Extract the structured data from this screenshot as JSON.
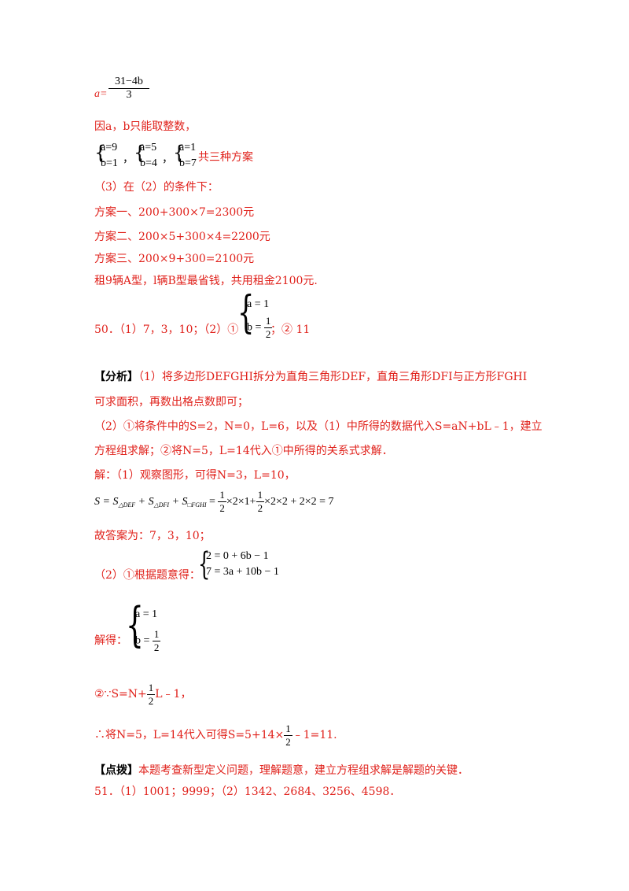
{
  "top": {
    "a_eq": "a=",
    "frac_num": "31−4b",
    "frac_den": "3",
    "int_note": "因a，b只能取整数，",
    "sys1": [
      "a=9",
      "b=1"
    ],
    "sys2": [
      "a=5",
      "b=4"
    ],
    "sys3": [
      "a=1",
      "b=7"
    ],
    "comma1": "，",
    "comma2": "，",
    "three_plans": "共三种方案",
    "cond3": "（3）在（2）的条件下：",
    "plan1": "方案一、200+300×7=2300元",
    "plan2": "方案二、200×5+300×4=2200元",
    "plan3": "方案三、200×9+300=2100元",
    "conclusion": "租9辆A型，l辆B型最省钱，共用租金2100元."
  },
  "q50": {
    "answer_pre": "50．（1）7，3，10；（2）①",
    "sys": [
      "a = 1",
      "b ="
    ],
    "half_num": "1",
    "half_den": "2",
    "answer_post": "；② 11"
  },
  "analysis": {
    "tag": "【分析】",
    "line1": "（1）将多边形DEFGHI拆分为直角三角形DEF，直角三角形DFI与正方形FGHI",
    "line2": "可求面积，再数出格点数即可；",
    "line3": "（2）①将条件中的S=2，N=0，L=6，以及（1）中所得的数据代入S=aN+bL﹣1，建立",
    "line4": "方程组求解；②将N=5，L=14代入①中所得的关系式求解．"
  },
  "solution": {
    "line1": "解：（1）观察图形，可得N=3，L=10，",
    "formula_lhs": "S = S",
    "sub1": "△DEF",
    "plus1": " + S",
    "sub2": "△DFI",
    "plus2": " + S",
    "sub3": "□FGHI",
    "eq": " = ",
    "f1_num": "1",
    "f1_den": "2",
    "mid1": "×2×1+",
    "f2_num": "1",
    "f2_den": "2",
    "mid2": "×2×2 + 2×2 = 7",
    "answer_line": "故答案为：7，3，10；",
    "part2_label": "（2）①根据题意得：",
    "part2_sys": [
      "2 = 0 + 6b − 1",
      "7 = 3a + 10b − 1"
    ],
    "solve_label": "解得：",
    "solve_sys_a": "a = 1",
    "solve_sys_b": "b =",
    "solve_num": "1",
    "solve_den": "2",
    "because_pre": "②∵S=N+",
    "because_num": "1",
    "because_den": "2",
    "because_post": "L﹣1，",
    "therefore_pre": "∴将N=5，L=14代入可得S=5+14×",
    "therefore_num": "1",
    "therefore_den": "2",
    "therefore_post": "﹣1=11."
  },
  "point": {
    "tag": "【点拨】",
    "text": "本题考查新型定义问题，理解题意，建立方程组求解是解题的关键．"
  },
  "q51": {
    "text": "51．（1）1001；9999；（2）1342、2684、3256、4598．"
  }
}
